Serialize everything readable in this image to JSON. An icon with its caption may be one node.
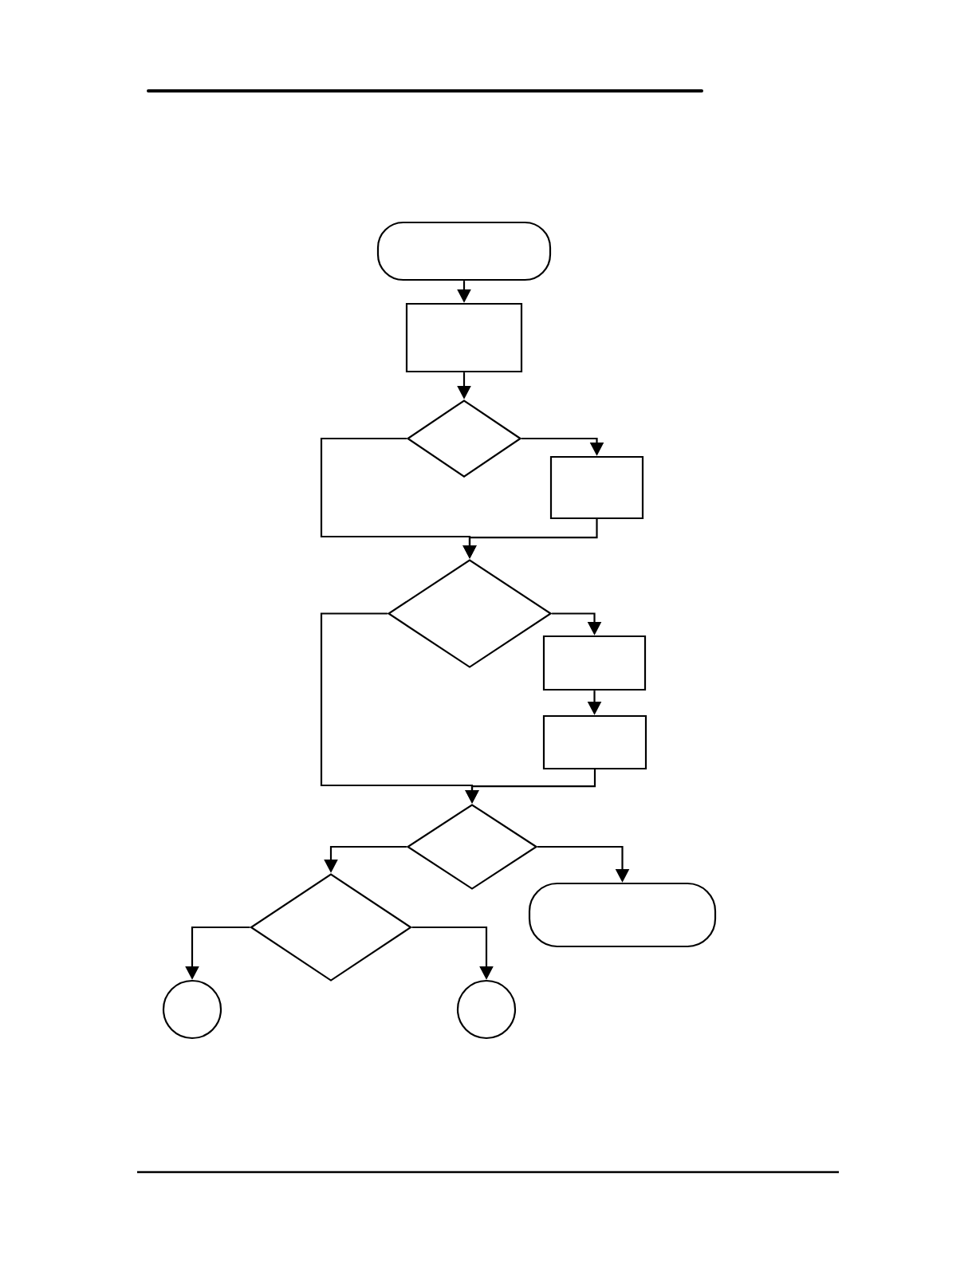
{
  "diagram": {
    "nodes": [
      {
        "text": [],
        "shape": "capsule"
      },
      {
        "text": [],
        "shape": "box"
      },
      {
        "text": [],
        "shape": "diamond"
      },
      {
        "text": [],
        "shape": "box"
      },
      {
        "text": [],
        "shape": "diamond"
      },
      {
        "text": [],
        "shape": "box"
      },
      {
        "text": [],
        "shape": "box"
      },
      {
        "text": [],
        "shape": "diamond"
      },
      {
        "text": [],
        "shape": "diamond"
      },
      {
        "text": [],
        "shape": "capsule"
      },
      {
        "text": [],
        "shape": "circle"
      },
      {
        "text": [],
        "shape": "circle"
      }
    ],
    "edges": [
      {
        "from": 0,
        "to": 1,
        "arrow": "to"
      },
      {
        "from": 1,
        "to": 2,
        "arrow": "to"
      },
      {
        "from": 2,
        "to": 3,
        "arrow": "to"
      },
      {
        "from": 2,
        "to": 4,
        "arrow": "to"
      },
      {
        "from": 3,
        "to": 4,
        "arrow": "to"
      },
      {
        "from": 4,
        "to": 5,
        "arrow": "to"
      },
      {
        "from": 5,
        "to": 6,
        "arrow": "to"
      },
      {
        "from": 4,
        "to": 7,
        "arrow": "to"
      },
      {
        "from": 6,
        "to": 7,
        "arrow": "to"
      },
      {
        "from": 7,
        "to": 8,
        "arrow": "to"
      },
      {
        "from": 7,
        "to": 9,
        "arrow": "to"
      },
      {
        "from": 8,
        "to": 10,
        "arrow": "to"
      },
      {
        "from": 8,
        "to": 11,
        "arrow": "to"
      }
    ]
  }
}
